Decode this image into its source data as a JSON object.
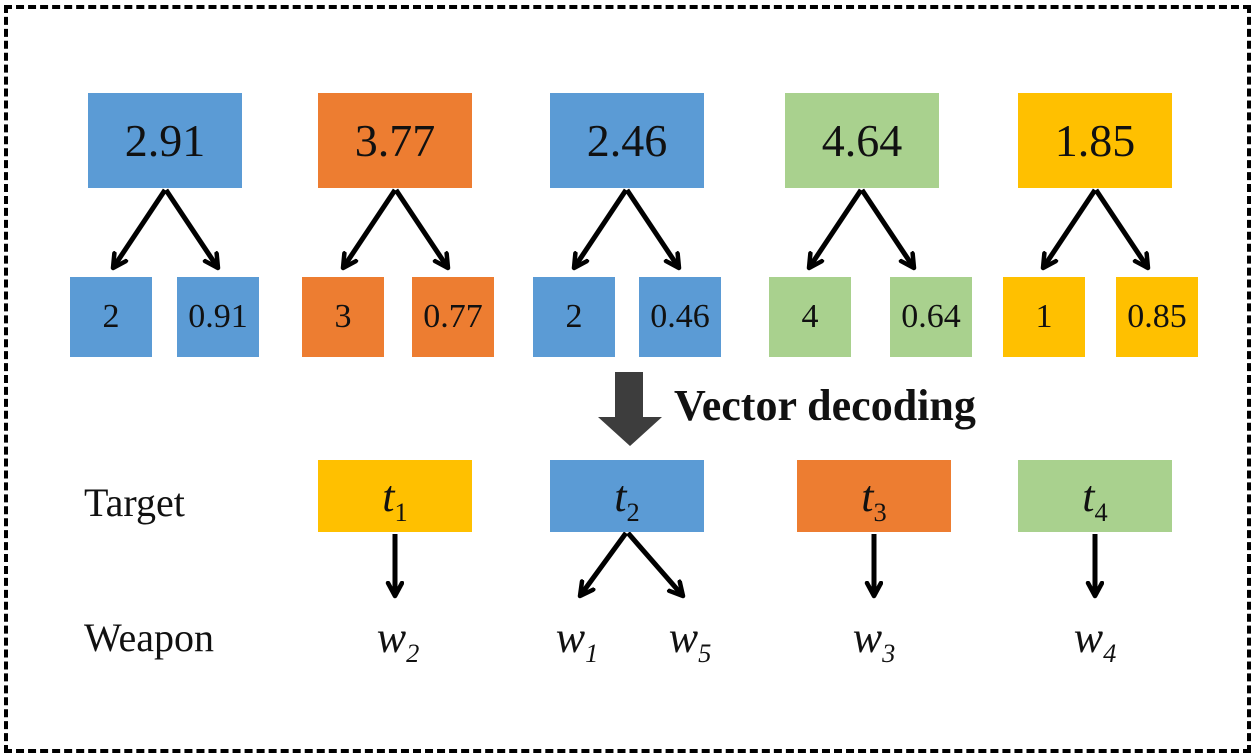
{
  "encoded_vector": {
    "groups": [
      {
        "value": "2.91",
        "integer_part": "2",
        "fractional_part": "0.91",
        "color": "#5b9bd5",
        "color_name": "blue"
      },
      {
        "value": "3.77",
        "integer_part": "3",
        "fractional_part": "0.77",
        "color": "#ed7d31",
        "color_name": "orange"
      },
      {
        "value": "2.46",
        "integer_part": "2",
        "fractional_part": "0.46",
        "color": "#5b9bd5",
        "color_name": "blue"
      },
      {
        "value": "4.64",
        "integer_part": "4",
        "fractional_part": "0.64",
        "color": "#a9d18e",
        "color_name": "green"
      },
      {
        "value": "1.85",
        "integer_part": "1",
        "fractional_part": "0.85",
        "color": "#ffc000",
        "color_name": "yellow"
      }
    ]
  },
  "decoding_step": {
    "label": "Vector decoding",
    "big_arrow_color": "#3d3d3d"
  },
  "assignment": {
    "target_row_label": "Target",
    "weapon_row_label": "Weapon",
    "targets": [
      {
        "base": "t",
        "sub": "1",
        "color": "#ffc000",
        "color_name": "yellow"
      },
      {
        "base": "t",
        "sub": "2",
        "color": "#5b9bd5",
        "color_name": "blue"
      },
      {
        "base": "t",
        "sub": "3",
        "color": "#ed7d31",
        "color_name": "orange"
      },
      {
        "base": "t",
        "sub": "4",
        "color": "#a9d18e",
        "color_name": "green"
      }
    ],
    "weapons": [
      {
        "base": "w",
        "sub": "2"
      },
      {
        "base": "w",
        "sub": "1"
      },
      {
        "base": "w",
        "sub": "5"
      },
      {
        "base": "w",
        "sub": "3"
      },
      {
        "base": "w",
        "sub": "4"
      }
    ]
  }
}
